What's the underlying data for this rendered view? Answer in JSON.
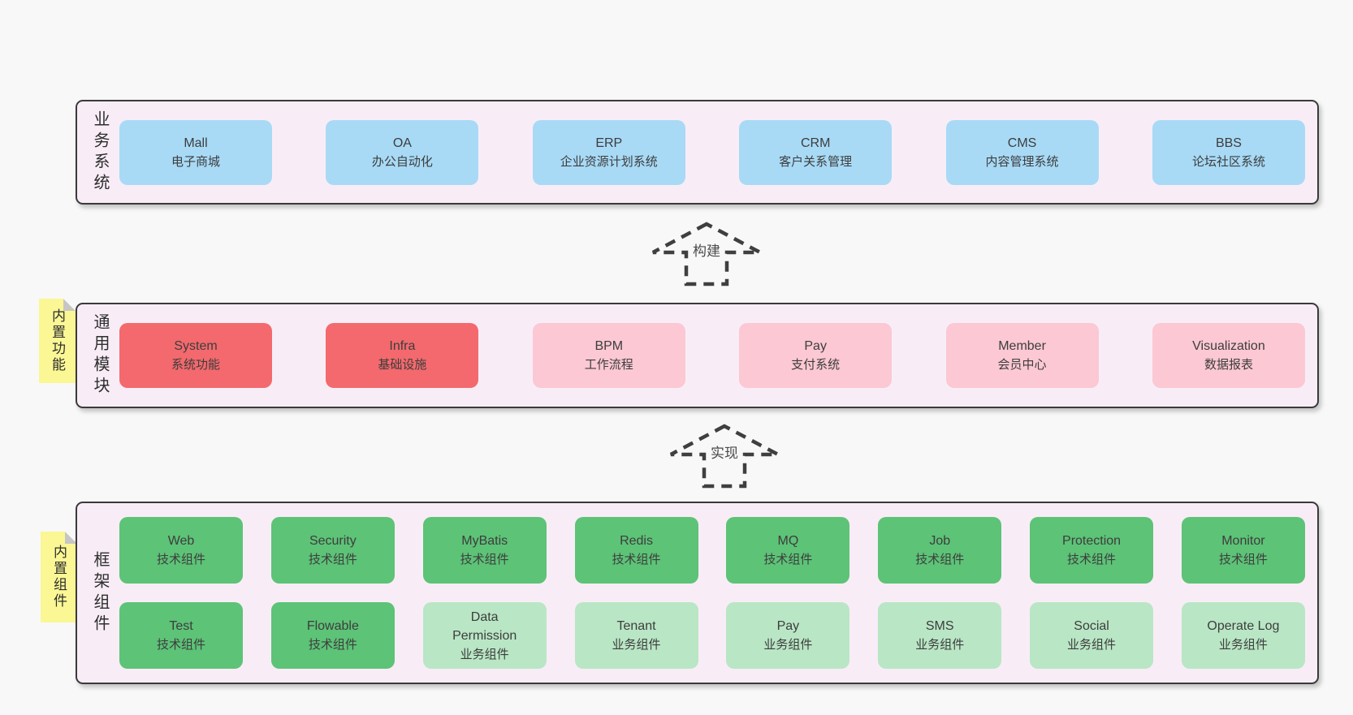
{
  "canvas_bg": "#f8f8f8",
  "colors": {
    "blue": "#a8daf6",
    "red": "#f3696d",
    "pink": "#fbc8d3",
    "green": "#5dc377",
    "green_light": "#b9e6c5",
    "panel_bg": "#f8edf6",
    "panel_border": "#3a3a3a",
    "sticky_bg": "#fbf795",
    "sticky_fold": "#c6c6c6",
    "text": "#3d3d3d"
  },
  "arrows": [
    {
      "label": "构建"
    },
    {
      "label": "实现"
    }
  ],
  "sections": [
    {
      "side_label": "业务系统",
      "sticky_label": null,
      "rows": [
        [
          {
            "title": "Mall",
            "subtitle": "电子商城",
            "color": "blue"
          },
          {
            "title": "OA",
            "subtitle": "办公自动化",
            "color": "blue"
          },
          {
            "title": "ERP",
            "subtitle": "企业资源计划系统",
            "color": "blue"
          },
          {
            "title": "CRM",
            "subtitle": "客户关系管理",
            "color": "blue"
          },
          {
            "title": "CMS",
            "subtitle": "内容管理系统",
            "color": "blue"
          },
          {
            "title": "BBS",
            "subtitle": "论坛社区系统",
            "color": "blue"
          }
        ]
      ]
    },
    {
      "side_label": "通用模块",
      "sticky_label": "内置功能",
      "rows": [
        [
          {
            "title": "System",
            "subtitle": "系统功能",
            "color": "red"
          },
          {
            "title": "Infra",
            "subtitle": "基础设施",
            "color": "red"
          },
          {
            "title": "BPM",
            "subtitle": "工作流程",
            "color": "pink"
          },
          {
            "title": "Pay",
            "subtitle": "支付系统",
            "color": "pink"
          },
          {
            "title": "Member",
            "subtitle": "会员中心",
            "color": "pink"
          },
          {
            "title": "Visualization",
            "subtitle": "数据报表",
            "color": "pink"
          }
        ]
      ]
    },
    {
      "side_label": "框架组件",
      "sticky_label": "内置组件",
      "rows": [
        [
          {
            "title": "Web",
            "subtitle": "技术组件",
            "color": "green"
          },
          {
            "title": "Security",
            "subtitle": "技术组件",
            "color": "green"
          },
          {
            "title": "MyBatis",
            "subtitle": "技术组件",
            "color": "green"
          },
          {
            "title": "Redis",
            "subtitle": "技术组件",
            "color": "green"
          },
          {
            "title": "MQ",
            "subtitle": "技术组件",
            "color": "green"
          },
          {
            "title": "Job",
            "subtitle": "技术组件",
            "color": "green"
          },
          {
            "title": "Protection",
            "subtitle": "技术组件",
            "color": "green"
          },
          {
            "title": "Monitor",
            "subtitle": "技术组件",
            "color": "green"
          }
        ],
        [
          {
            "title": "Test",
            "subtitle": "技术组件",
            "color": "green"
          },
          {
            "title": "Flowable",
            "subtitle": "技术组件",
            "color": "green"
          },
          {
            "title": "Data Permission",
            "subtitle": "业务组件",
            "color": "green_light"
          },
          {
            "title": "Tenant",
            "subtitle": "业务组件",
            "color": "green_light"
          },
          {
            "title": "Pay",
            "subtitle": "业务组件",
            "color": "green_light"
          },
          {
            "title": "SMS",
            "subtitle": "业务组件",
            "color": "green_light"
          },
          {
            "title": "Social",
            "subtitle": "业务组件",
            "color": "green_light"
          },
          {
            "title": "Operate Log",
            "subtitle": "业务组件",
            "color": "green_light"
          }
        ]
      ]
    }
  ]
}
